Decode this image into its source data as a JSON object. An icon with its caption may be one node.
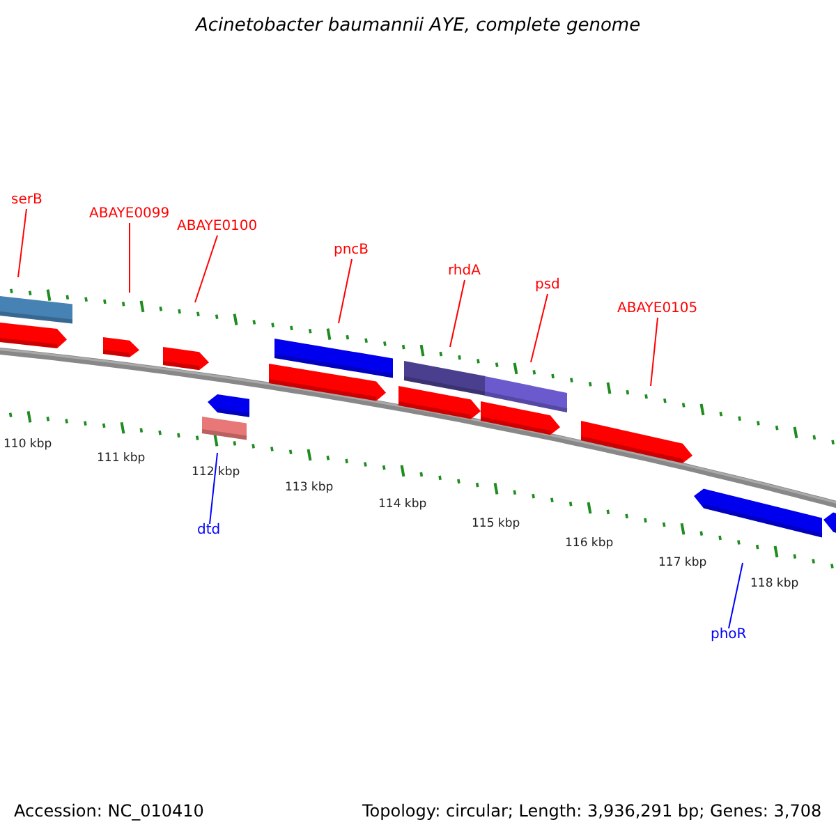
{
  "diagram": {
    "title": "Acinetobacter baumannii AYE, complete genome",
    "nodes": [
      {
        "text": [
          "serB"
        ]
      },
      {
        "text": [
          "ABAYE0099"
        ]
      },
      {
        "text": [
          "ABAYE0100"
        ]
      },
      {
        "text": [
          "pncB"
        ]
      },
      {
        "text": [
          "rhdA"
        ]
      },
      {
        "text": [
          "psd"
        ]
      },
      {
        "text": [
          "ABAYE0105"
        ]
      },
      {
        "text": [
          "dtd"
        ]
      },
      {
        "text": [
          "phoR"
        ]
      }
    ],
    "edges": [
      {
        "from": 0,
        "to": null,
        "arrow": "none"
      },
      {
        "from": 1,
        "to": null,
        "arrow": "none"
      },
      {
        "from": 2,
        "to": null,
        "arrow": "none"
      },
      {
        "from": 3,
        "to": null,
        "arrow": "none"
      },
      {
        "from": 4,
        "to": null,
        "arrow": "none"
      },
      {
        "from": 5,
        "to": null,
        "arrow": "none"
      },
      {
        "from": 6,
        "to": null,
        "arrow": "none"
      },
      {
        "from": 7,
        "to": null,
        "arrow": "none",
        "color": "#0000ff"
      },
      {
        "from": 8,
        "to": null,
        "arrow": "none",
        "color": "#0000ff"
      }
    ],
    "labels": [
      "110 kbp",
      "111 kbp",
      "112 kbp",
      "113 kbp",
      "114 kbp",
      "115 kbp",
      "116 kbp",
      "117 kbp",
      "118 kbp",
      "Accession: NC_010410",
      "Topology: circular; Length: 3,936,291 bp; Genes: 3,708"
    ]
  }
}
